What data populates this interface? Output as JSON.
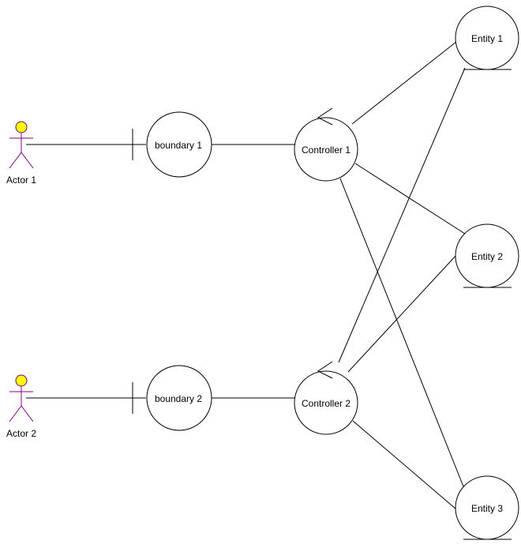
{
  "diagram": {
    "type": "uml-robustness-diagram",
    "colors": {
      "actor_head_fill": "#ffff00",
      "actor_outline": "#800080",
      "line": "#000000",
      "background": "#ffffff"
    },
    "actors": [
      {
        "id": "actor-1",
        "label": "Actor 1"
      },
      {
        "id": "actor-2",
        "label": "Actor 2"
      }
    ],
    "boundaries": [
      {
        "id": "boundary-1",
        "label": "boundary 1"
      },
      {
        "id": "boundary-2",
        "label": "boundary 2"
      }
    ],
    "controllers": [
      {
        "id": "controller-1",
        "label": "Controller 1"
      },
      {
        "id": "controller-2",
        "label": "Controller 2"
      }
    ],
    "entities": [
      {
        "id": "entity-1",
        "label": "Entity 1"
      },
      {
        "id": "entity-2",
        "label": "Entity 2"
      },
      {
        "id": "entity-3",
        "label": "Entity 3"
      }
    ],
    "connections": [
      {
        "from": "actor-1",
        "to": "boundary-1"
      },
      {
        "from": "actor-2",
        "to": "boundary-2"
      },
      {
        "from": "boundary-1",
        "to": "controller-1"
      },
      {
        "from": "boundary-2",
        "to": "controller-2"
      },
      {
        "from": "controller-1",
        "to": "entity-1"
      },
      {
        "from": "controller-1",
        "to": "entity-2"
      },
      {
        "from": "controller-1",
        "to": "entity-3"
      },
      {
        "from": "controller-2",
        "to": "entity-1"
      },
      {
        "from": "controller-2",
        "to": "entity-2"
      },
      {
        "from": "controller-2",
        "to": "entity-3"
      }
    ]
  }
}
